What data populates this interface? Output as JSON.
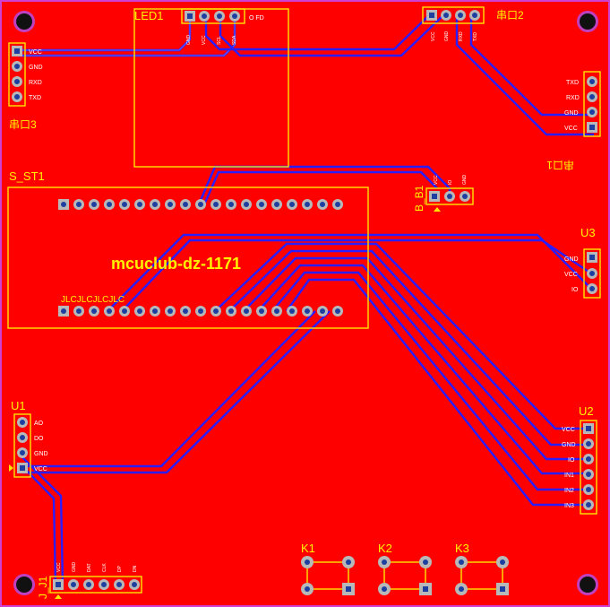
{
  "board": {
    "title": "mcuclub-dz-1171",
    "jlc_mark": "JLCJLCJLCJLC",
    "colors": {
      "copper": "#ff0000",
      "silkscreen": "#ffe600",
      "trace": "#2a1dff",
      "pad": "#b8b8b8",
      "outline": "#d040d0"
    }
  },
  "components": {
    "led1": {
      "ref": "LED1",
      "extra": "O FD",
      "pins": [
        "GND",
        "VCC",
        "SCL",
        "SDA"
      ]
    },
    "serial2": {
      "ref": "串口2",
      "pins": [
        "VCC",
        "GND",
        "RXD",
        "TXD"
      ]
    },
    "serial3": {
      "ref": "串口3",
      "pins": [
        "VCC",
        "GND",
        "RXD",
        "TXD"
      ]
    },
    "serial1": {
      "ref": "串口1",
      "pins": [
        "TXD",
        "RXD",
        "GND",
        "VCC"
      ]
    },
    "s_st1": {
      "ref": "S_ST1"
    },
    "b_b1": {
      "ref": "B_B1",
      "pins": [
        "VCC",
        "IO",
        "GND"
      ]
    },
    "u3": {
      "ref": "U3",
      "pins": [
        "GND",
        "VCC",
        "IO"
      ]
    },
    "u1": {
      "ref": "U1",
      "pins": [
        "AO",
        "DO",
        "GND",
        "VCC"
      ]
    },
    "u2": {
      "ref": "U2",
      "pins": [
        "VCC",
        "GND",
        "IO",
        "IN1",
        "IN2",
        "IN3"
      ]
    },
    "j_j1": {
      "ref": "J_J1",
      "pins": [
        "VCC",
        "GND",
        "DAT",
        "CLK",
        "DP",
        "DN"
      ]
    },
    "k1": {
      "ref": "K1"
    },
    "k2": {
      "ref": "K2"
    },
    "k3": {
      "ref": "K3"
    }
  }
}
